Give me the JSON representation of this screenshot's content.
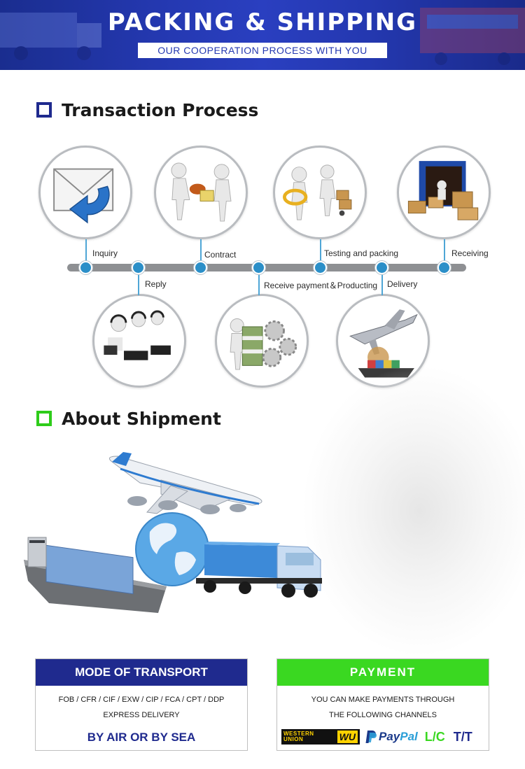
{
  "banner": {
    "title": "PACKING & SHIPPING",
    "subtitle": "OUR COOPERATION PROCESS WITH YOU"
  },
  "sections": {
    "transaction": "Transaction Process",
    "shipment": "About Shipment"
  },
  "process": {
    "steps": [
      {
        "label": "Inquiry",
        "image": "envelope-icon"
      },
      {
        "label": "Reply",
        "image": "call-center-icon"
      },
      {
        "label": "Contract",
        "image": "handshake-icon"
      },
      {
        "label": "Receive payment＆Producting",
        "image": "money-gears-icon"
      },
      {
        "label": "Testing and packing",
        "image": "inspection-icon"
      },
      {
        "label": "Delivery",
        "image": "plane-ship-icon"
      },
      {
        "label": "Receiving",
        "image": "warehouse-icon"
      }
    ]
  },
  "transport": {
    "heading": "MODE OF TRANSPORT",
    "terms": "FOB / CFR / CIF / EXW / CIP / FCA / CPT / DDP",
    "express": "EXPRESS DELIVERY",
    "mode": "BY AIR OR BY SEA"
  },
  "payment": {
    "heading": "PAYMENT",
    "line1": "YOU CAN MAKE PAYMENTS THROUGH",
    "line2": "THE FOLLOWING CHANNELS",
    "wu_top": "WESTERN",
    "wu_bottom": "UNION",
    "wu_mark": "WU",
    "paypal_a": "Pay",
    "paypal_b": "Pal",
    "paypal_icon": "P",
    "lc": "L/C",
    "tt": "T/T"
  },
  "colors": {
    "brand_blue": "#1f2a8e",
    "brand_green": "#3ad821",
    "timeline_dot": "#2b8fc8"
  }
}
